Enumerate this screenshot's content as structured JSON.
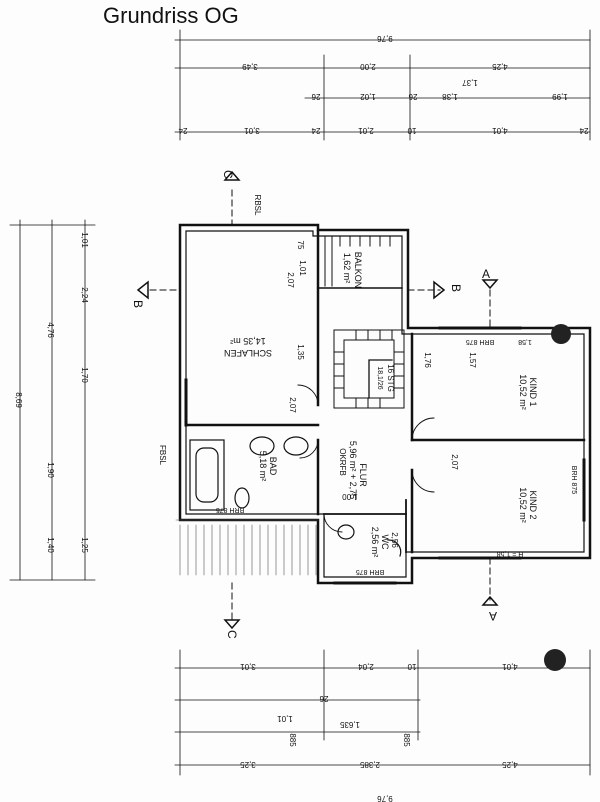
{
  "title": "Grundriss OG",
  "rooms": [
    {
      "name": "SCHLAFEN",
      "area": "14,35 m²"
    },
    {
      "name": "BALKON",
      "area": "1,62 m²"
    },
    {
      "name": "KIND 1",
      "area": "10,52 m²"
    },
    {
      "name": "KIND 2",
      "area": "10,52 m²"
    },
    {
      "name": "BAD",
      "area": "5,18 m²"
    },
    {
      "name": "FLUR",
      "area": "5,96 m² + 2,75"
    },
    {
      "name": "WC",
      "area": "2,56 m²"
    }
  ],
  "labels": {
    "okrfb": "OKRFB",
    "stairs": "16 STG",
    "stairs_ratio": "18,1/26",
    "section_a": "A",
    "section_b": "B",
    "section_c": "C",
    "rbsl": "RBSL",
    "fbsl": "FBSL",
    "brh_bad": "BRH 875",
    "brh_wc": "BRH 875",
    "brh_kind1": "BRH 875",
    "brh_kind2": "BRH 875",
    "h_kind2": "H = 1,58",
    "h_kind1": "1,58"
  },
  "dims_top": {
    "overall": "9,76",
    "row1": [
      "3,49",
      "2,00",
      "4,25"
    ],
    "row2": [
      "26",
      "1,02",
      "26",
      "1,38",
      "1,99"
    ],
    "row2_small": "1,37",
    "row3": [
      "24",
      "3,01",
      "24",
      "2,01",
      "10",
      "4,01",
      "24"
    ]
  },
  "dims_bottom": {
    "row1": [
      "3,01",
      "2,04",
      "10",
      "4,01"
    ],
    "row2": [
      "1,01",
      "885",
      "26",
      "1,635",
      "885"
    ],
    "row3": [
      "3,25",
      "2,385",
      "4,25"
    ],
    "overall": "9,76"
  },
  "dims_left": {
    "outer": [
      "8,69",
      "4,76",
      "1,90",
      "1,40"
    ],
    "inner": [
      "1,01",
      "2,24",
      "1,70",
      "1,25"
    ]
  },
  "dims_interior": [
    "1,01",
    "2,07",
    "75",
    "1,35",
    "2,07",
    "1,76",
    "1,57",
    "1,00",
    "2,07",
    "2,56"
  ]
}
